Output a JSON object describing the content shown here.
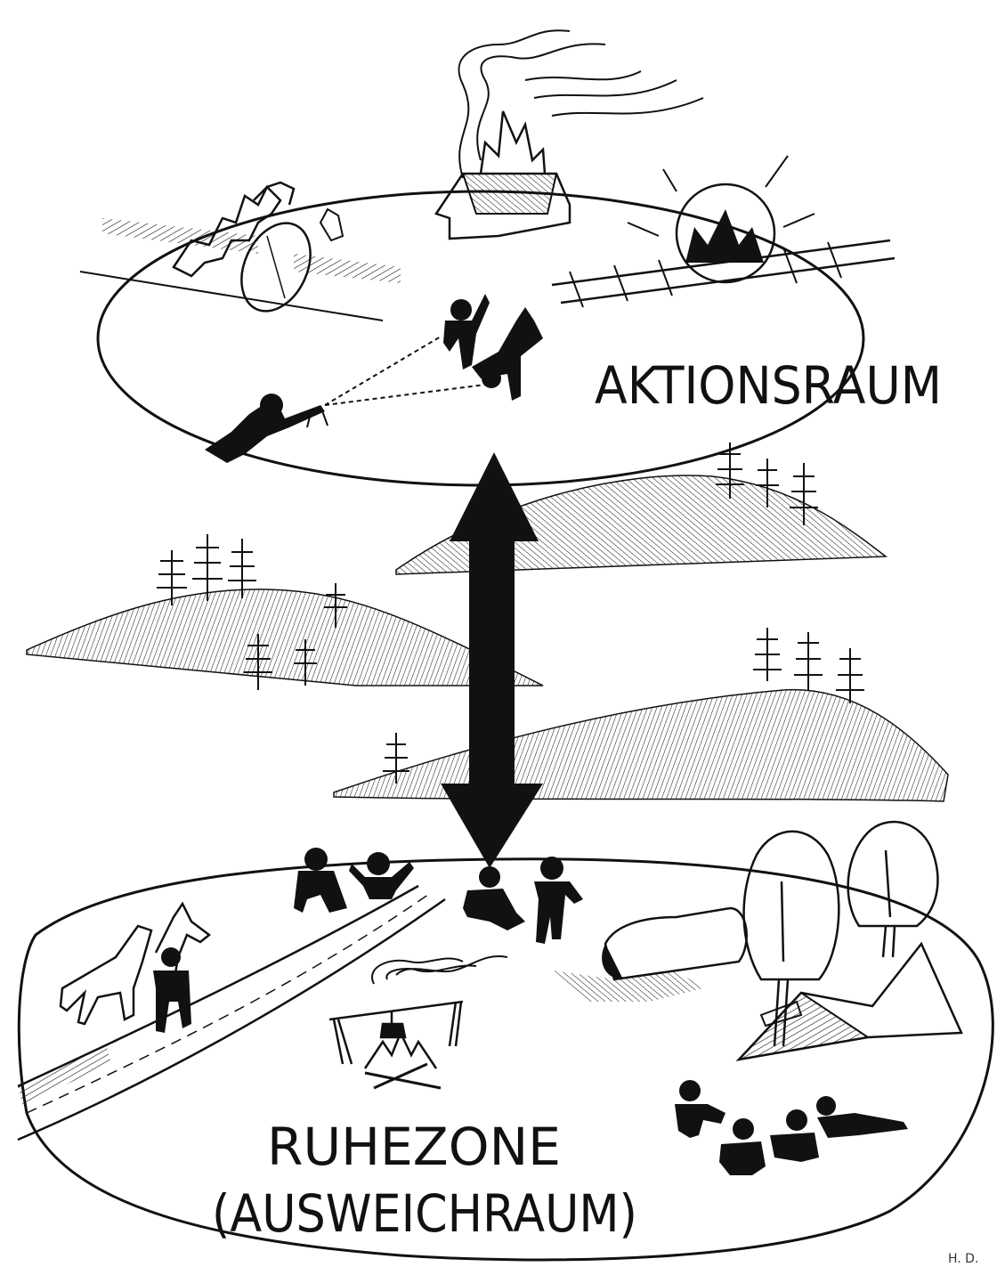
{
  "labels": {
    "action_zone": "AKTIONSRAUM",
    "rest_zone_line1": "RUHEZONE",
    "rest_zone_line2": "(AUSWEICHRAUM)",
    "signature": "H. D."
  },
  "colors": {
    "ink": "#111111",
    "paper": "#ffffff"
  },
  "icons": {
    "arrow": "double-headed-arrow",
    "fire": "burning-house",
    "explosion": "explosion-icon",
    "campfire": "campfire-icon",
    "tent": "tent-icon",
    "horses": "horse-icon"
  }
}
